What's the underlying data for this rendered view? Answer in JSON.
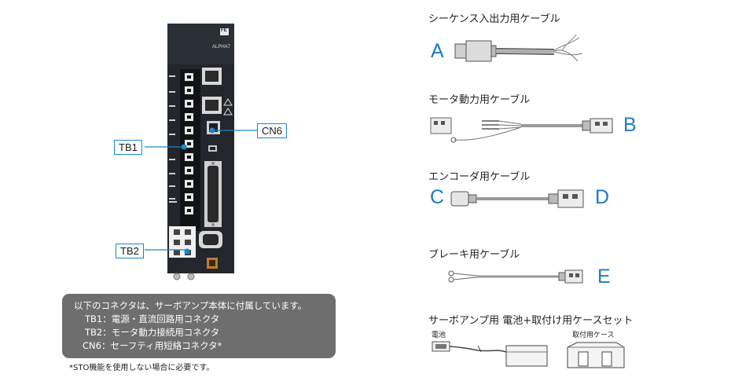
{
  "device": {
    "model_label": "ALPHA7",
    "logo_text": "FE",
    "callouts": {
      "tb1": "TB1",
      "tb2": "TB2",
      "cn6": "CN6"
    }
  },
  "info": {
    "heading": "以下のコネクタは、サーボアンプ本体に付属しています。",
    "items": [
      "TB1：電源・直流回路用コネクタ",
      "TB2：モータ動力接続用コネクタ",
      "CN6：セーフティ用短絡コネクタ*"
    ],
    "footnote": "*STO機能を使用しない場合に必要です。"
  },
  "cables": [
    {
      "title": "シーケンス入出力用ケーブル",
      "letters": [
        "A"
      ]
    },
    {
      "title": "モータ動力用ケーブル",
      "letters": [
        "B"
      ]
    },
    {
      "title": "エンコーダ用ケーブル",
      "letters": [
        "C",
        "D"
      ]
    },
    {
      "title": "ブレーキ用ケーブル",
      "letters": [
        "E"
      ]
    }
  ],
  "accessory_set": {
    "title": "サーボアンプ用 電池+取付け用ケースセット",
    "battery_label": "電池",
    "case_label": "取付用ケース"
  },
  "colors": {
    "accent": "#1b86c8",
    "device_body": "#23262c",
    "info_bg": "#6e6e6e"
  }
}
